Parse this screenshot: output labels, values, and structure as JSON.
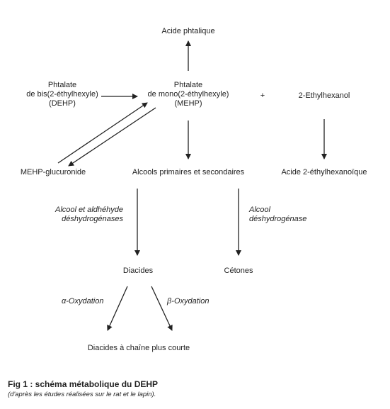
{
  "nodes": {
    "acide_phtalique": "Acide phtalique",
    "dehp_line1": "Phtalate",
    "dehp_line2": "de bis(2-éthylhexyle)",
    "dehp_line3": "(DEHP)",
    "mehp_line1": "Phtalate",
    "mehp_line2": "de mono(2-éthylhexyle)",
    "mehp_line3": "(MEHP)",
    "plus": "+",
    "ethylhexanol": "2-Ethylhexanol",
    "glucuronide": "MEHP-glucuronide",
    "alcools": "Alcools primaires et secondaires",
    "acide_ethylhexanoique": "Acide 2-éthylhexanoïque",
    "diacides": "Diacides",
    "cetones": "Cétones",
    "diacides_courte": "Diacides à chaîne plus courte"
  },
  "edge_labels": {
    "enzyme1_line1": "Alcool et aldhéhyde",
    "enzyme1_line2": "déshydrogénases",
    "enzyme2_line1": "Alcool",
    "enzyme2_line2": "déshydrogénase",
    "alpha": "α-Oxydation",
    "beta": "β-Oxydation"
  },
  "caption": {
    "title": "Fig 1 : schéma métabolique du DEHP",
    "subtitle": "(d'après les études réalisées sur le rat et le lapin)."
  }
}
